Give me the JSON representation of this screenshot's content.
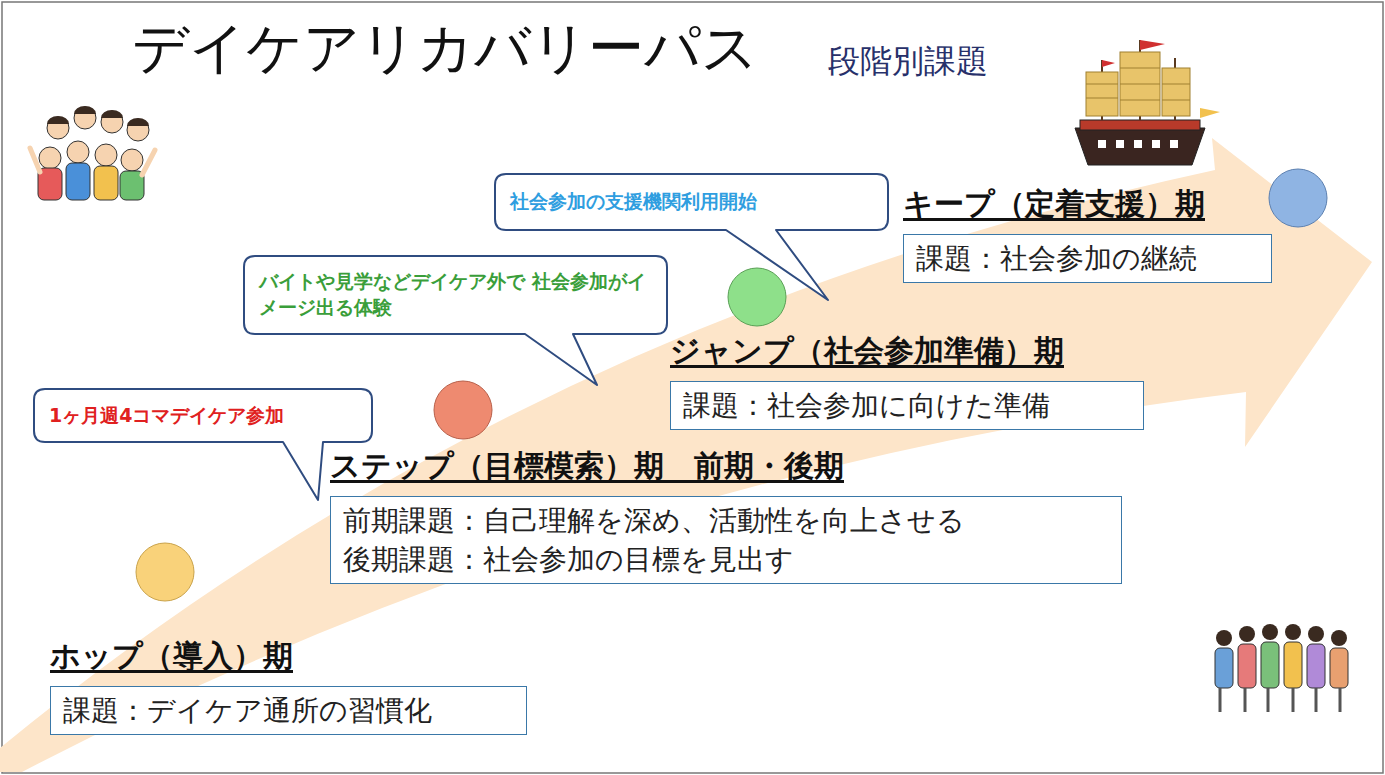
{
  "diagram": {
    "title": "デイケアリカバリーパス",
    "nodes": [
      {
        "text": [
          "ホップ（導入）期",
          "課題：デイケア通所の習慣化"
        ]
      },
      {
        "text": [
          "1ヶ月週4コマデイケア参加"
        ]
      },
      {
        "text": [
          "ステップ（目標模索）期　前期・後期",
          "前期課題：自己理解を深め、活動性を向上させる",
          "後期課題：社会参加の目標を見出す"
        ]
      },
      {
        "text": [
          "バイトや見学などデイケア外で 社会参加がイメージ出る体験"
        ]
      },
      {
        "text": [
          "ジャンプ（社会参加準備）期",
          "課題：社会参加に向けた準備"
        ]
      },
      {
        "text": [
          "社会参加の支援機関利用開始"
        ]
      },
      {
        "text": [
          "キープ（定着支援）期",
          "課題：社会参加の継続"
        ]
      }
    ],
    "labels": [
      "段階別課題"
    ]
  }
}
